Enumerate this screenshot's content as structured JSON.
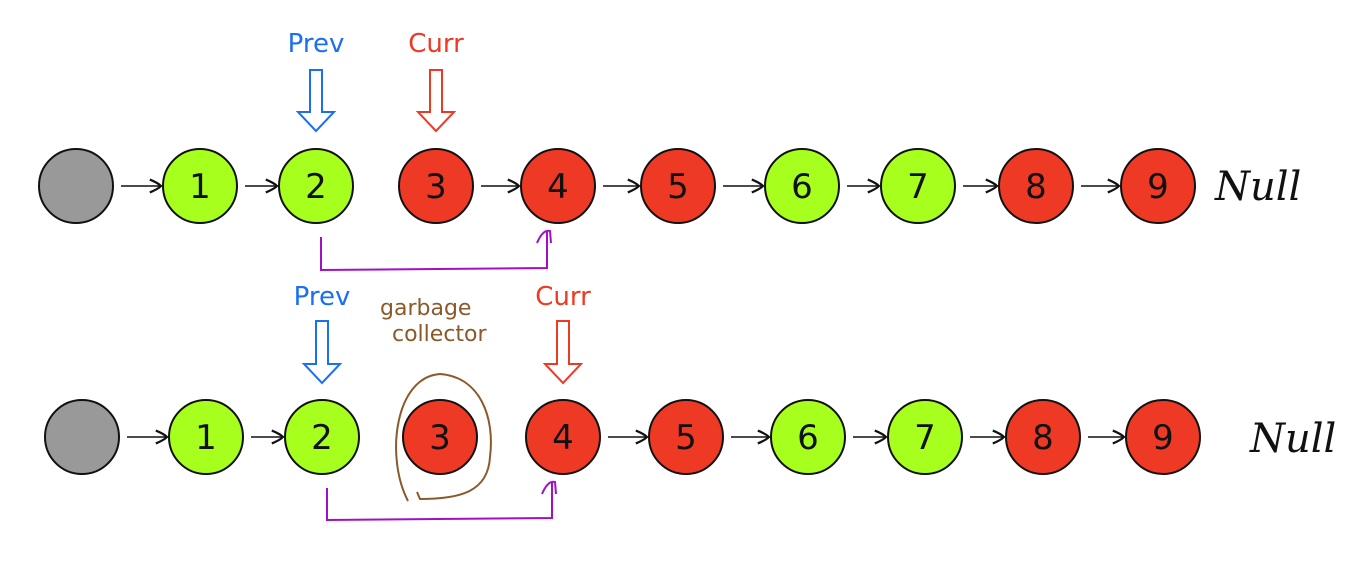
{
  "colors": {
    "head": "#999999",
    "kept": "#a6ff1c",
    "removed": "#ee3a25",
    "prev": "#1a6ff2",
    "curr": "#ee3a25",
    "relink": "#a10fc6",
    "garbage": "#8a5a2b",
    "stroke": "#111111"
  },
  "pointer_labels": {
    "prev": "Prev",
    "curr": "Curr"
  },
  "null_label": "Null",
  "garbage_label": [
    "garbage",
    "collector"
  ],
  "rows": [
    {
      "nodes": [
        {
          "label": "",
          "state": "head"
        },
        {
          "label": "1",
          "state": "kept"
        },
        {
          "label": "2",
          "state": "kept"
        },
        {
          "label": "3",
          "state": "removed"
        },
        {
          "label": "4",
          "state": "removed"
        },
        {
          "label": "5",
          "state": "removed"
        },
        {
          "label": "6",
          "state": "kept"
        },
        {
          "label": "7",
          "state": "kept"
        },
        {
          "label": "8",
          "state": "removed"
        },
        {
          "label": "9",
          "state": "removed"
        }
      ],
      "prev_index": 2,
      "curr_index": 3,
      "links_from": [
        0,
        1,
        3,
        4,
        5,
        6,
        7,
        8
      ],
      "relink": {
        "from": 2,
        "to": 4
      },
      "garbage_index": null
    },
    {
      "nodes": [
        {
          "label": "",
          "state": "head"
        },
        {
          "label": "1",
          "state": "kept"
        },
        {
          "label": "2",
          "state": "kept"
        },
        {
          "label": "3",
          "state": "removed"
        },
        {
          "label": "4",
          "state": "removed"
        },
        {
          "label": "5",
          "state": "removed"
        },
        {
          "label": "6",
          "state": "kept"
        },
        {
          "label": "7",
          "state": "kept"
        },
        {
          "label": "8",
          "state": "removed"
        },
        {
          "label": "9",
          "state": "removed"
        }
      ],
      "prev_index": 2,
      "curr_index": 4,
      "links_from": [
        0,
        1,
        4,
        5,
        6,
        7,
        8
      ],
      "relink": {
        "from": 2,
        "to": 4
      },
      "garbage_index": 3
    }
  ]
}
